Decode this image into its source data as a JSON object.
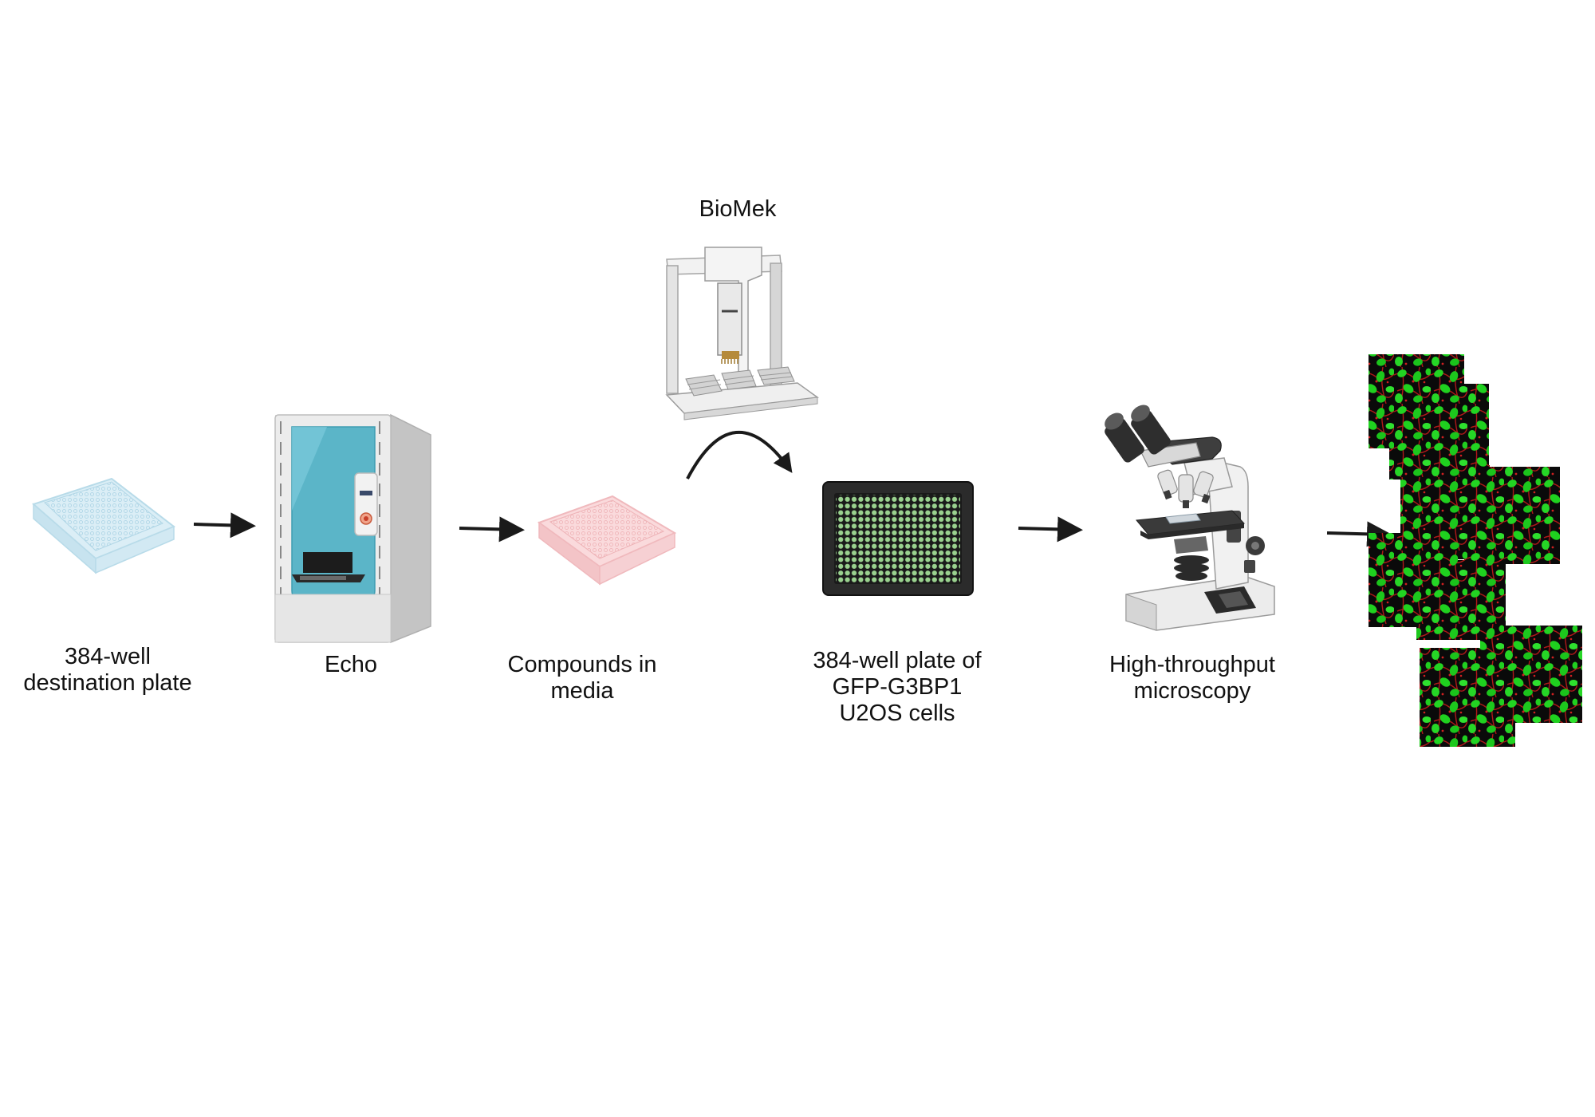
{
  "steps": [
    {
      "id": "destination-plate",
      "lines": [
        "384-well",
        "destination plate"
      ]
    },
    {
      "id": "echo",
      "lines": [
        "Echo"
      ]
    },
    {
      "id": "compounds-plate",
      "lines": [
        "Compounds in",
        "media"
      ]
    },
    {
      "id": "biomek",
      "lines": [
        "BioMek"
      ]
    },
    {
      "id": "cell-plate",
      "lines": [
        "384-well plate of",
        "GFP-G3BP1",
        "U2OS cells"
      ]
    },
    {
      "id": "microscope",
      "lines": [
        "High-throughput",
        "microscopy"
      ]
    }
  ],
  "colors": {
    "destination_plate": "#cfe7f1",
    "echo_panel": "#5bb5c8",
    "compounds_plate": "#f6cfd1",
    "cell_plate_body": "#2b2b2b",
    "cell_plate_well": "#9ad28f",
    "cell_green": "#1fd11f",
    "cell_red": "#c81a1a",
    "arrow": "#1a1a1a"
  },
  "icons": [
    "well-plate-icon",
    "echo-dispenser-icon",
    "biomek-robot-icon",
    "microscope-icon",
    "cell-image-mosaic-icon"
  ]
}
